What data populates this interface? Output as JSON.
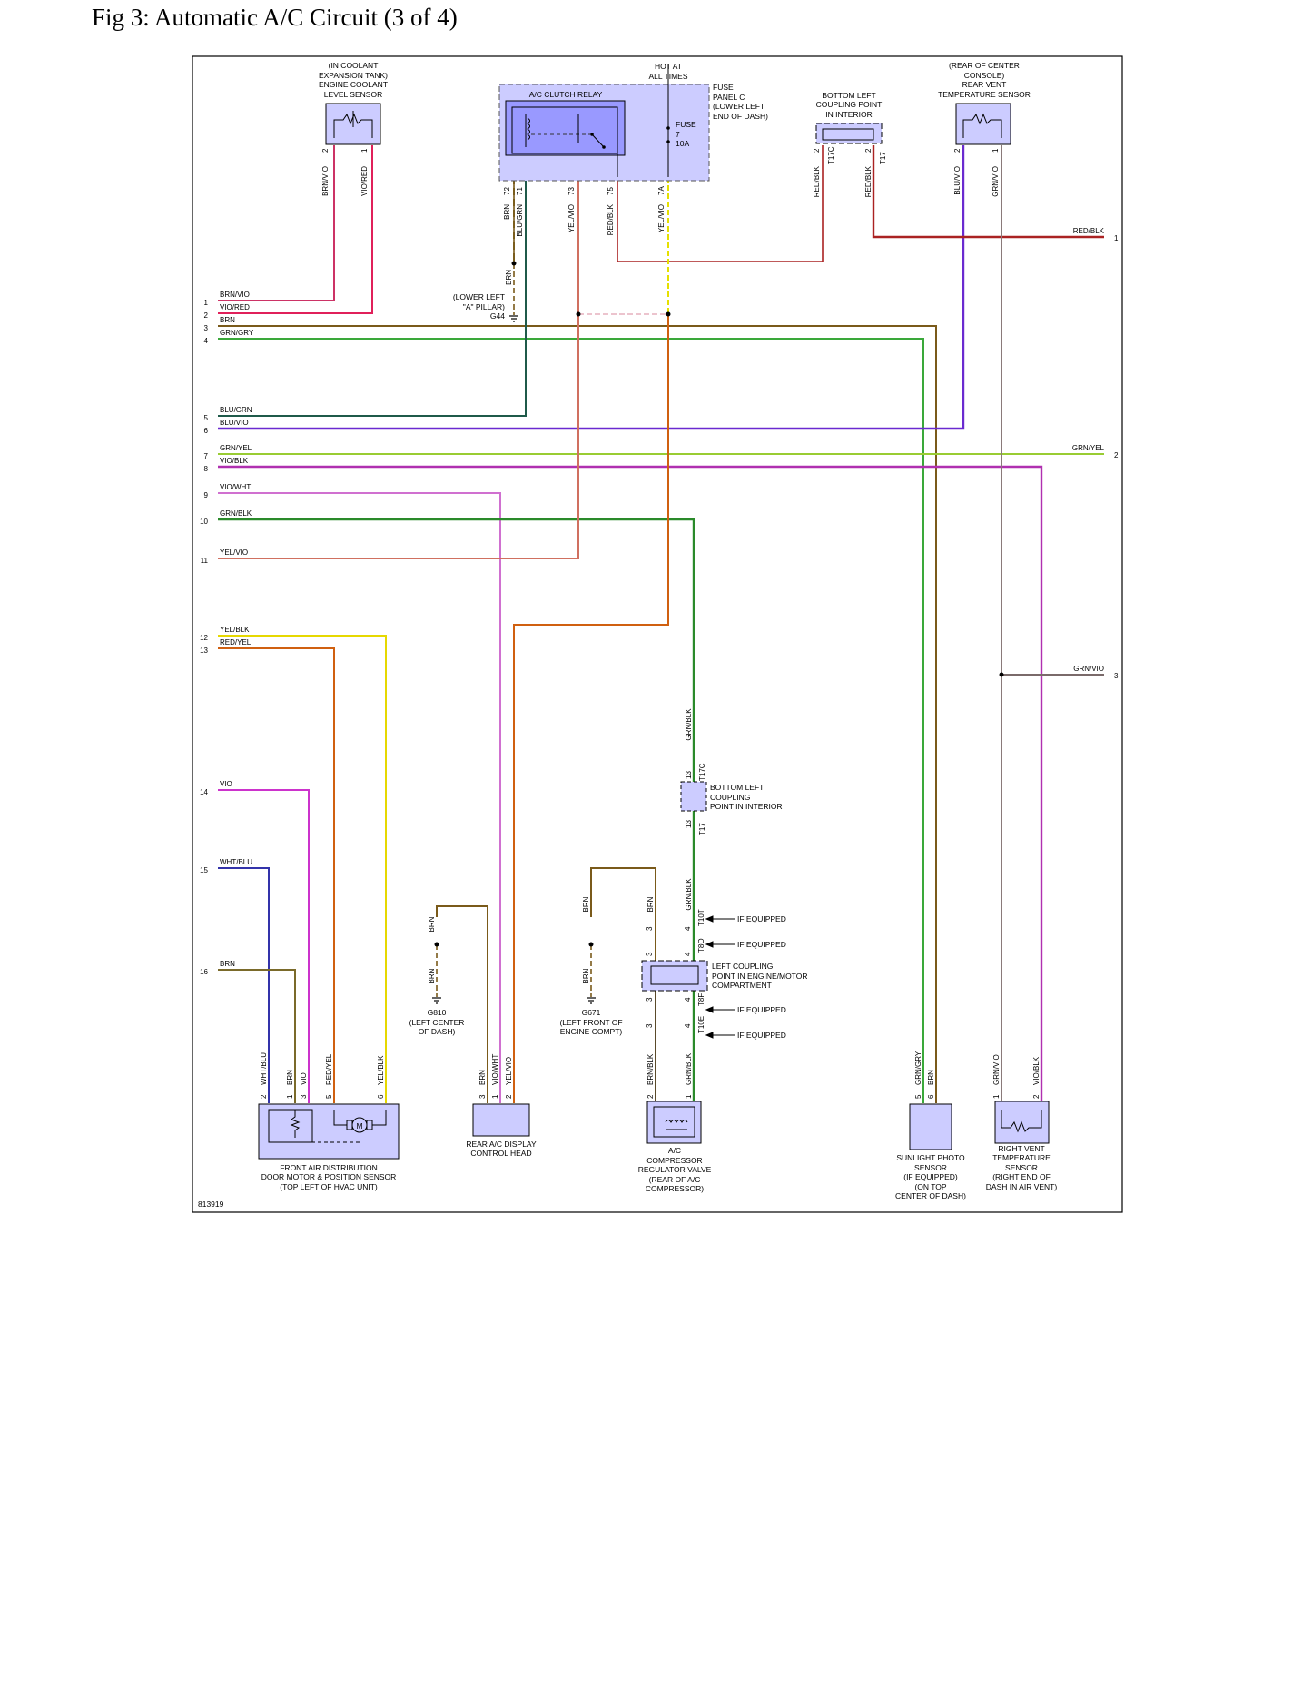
{
  "figure_title": "Fig 3: Automatic A/C Circuit (3 of 4)",
  "diagram_id": "813919",
  "colors": {
    "box_fill": "#ccccff",
    "relay_fill": "#9999ff",
    "frame": "#000000"
  },
  "components": {
    "coolant_sensor": {
      "lines": [
        "(IN COOLANT",
        "EXPANSION TANK)",
        "ENGINE COOLANT",
        "LEVEL SENSOR"
      ],
      "pins": [
        "2",
        "1"
      ],
      "wires": [
        "BRN/VIO",
        "VIO/RED"
      ]
    },
    "hot_at_all_times": [
      "HOT AT",
      "ALL TIMES"
    ],
    "ac_clutch_relay": {
      "label": "A/C CLUTCH RELAY",
      "pins": [
        "72",
        "71",
        "73",
        "75",
        "7A"
      ],
      "wires": [
        "BRN",
        "BLU/GRN",
        "YEL/VIO",
        "RED/BLK",
        "YEL/VIO"
      ]
    },
    "fuse": {
      "lines": [
        "FUSE",
        "7",
        "10A"
      ]
    },
    "fuse_panel": [
      "FUSE",
      "PANEL C",
      "(LOWER LEFT",
      "END OF DASH)"
    ],
    "coupling_top": {
      "lines": [
        "BOTTOM LEFT",
        "COUPLING POINT",
        "IN INTERIOR"
      ],
      "pins": [
        "2",
        "2"
      ],
      "codes": [
        "T17C",
        "T17"
      ],
      "wires": [
        "RED/BLK",
        "RED/BLK"
      ]
    },
    "rear_vent_sensor": {
      "lines": [
        "(REAR OF CENTER",
        "CONSOLE)",
        "REAR VENT",
        "TEMPERATURE SENSOR"
      ],
      "pins": [
        "2",
        "1"
      ],
      "wires": [
        "BLU/VIO",
        "GRN/VIO"
      ]
    },
    "g44": {
      "wire": "BRN",
      "lines": [
        "(LOWER LEFT",
        "\"A\" PILLAR)",
        "G44"
      ]
    },
    "coupling_mid": {
      "lines": [
        "BOTTOM LEFT",
        "COUPLING",
        "POINT IN INTERIOR"
      ],
      "pins": [
        "13",
        "13"
      ],
      "codes": [
        "T17C",
        "T17"
      ],
      "wire": "GRN/BLK"
    },
    "g810": {
      "wire": "BRN",
      "lines": [
        "G810",
        "(LEFT CENTER",
        "OF DASH)"
      ]
    },
    "g671": {
      "wire": "BRN",
      "lines": [
        "G671",
        "(LEFT FRONT OF",
        "ENGINE COMPT)"
      ]
    },
    "coupling_low": {
      "lines": [
        "LEFT COUPLING",
        "POINT IN ENGINE/MOTOR",
        "COMPARTMENT"
      ],
      "pins": [
        "3",
        "4",
        "3",
        "4",
        "3",
        "4"
      ],
      "codes": [
        "T10T",
        "T8O",
        "T8F",
        "T10E"
      ],
      "wires": [
        "BRN",
        "GRN/BLK"
      ]
    },
    "if_equipped": "IF EQUIPPED",
    "door_motor": {
      "lines": [
        "FRONT AIR DISTRIBUTION",
        "DOOR MOTOR & POSITION SENSOR",
        "(TOP LEFT OF HVAC UNIT)"
      ],
      "pins": [
        "2",
        "1",
        "3",
        "5",
        "6"
      ],
      "wires": [
        "WHT/BLU",
        "BRN",
        "VIO",
        "RED/YEL",
        "YEL/BLK"
      ],
      "motor_symbol": "M"
    },
    "display_head": {
      "lines": [
        "REAR A/C DISPLAY",
        "CONTROL HEAD"
      ],
      "pins": [
        "3",
        "1",
        "2"
      ],
      "wires": [
        "BRN",
        "VIO/WHT",
        "YEL/VIO"
      ]
    },
    "compressor_valve": {
      "lines": [
        "A/C",
        "COMPRESSOR",
        "REGULATOR VALVE",
        "(REAR OF A/C",
        "COMPRESSOR)"
      ],
      "pins": [
        "2",
        "1"
      ],
      "wires": [
        "BRN/BLK",
        "GRN/BLK"
      ]
    },
    "sunlight_sensor": {
      "lines": [
        "SUNLIGHT PHOTO",
        "SENSOR",
        "(IF EQUIPPED)",
        "(ON TOP",
        "CENTER OF DASH)"
      ],
      "pins": [
        "5",
        "6"
      ],
      "wires": [
        "GRN/GRY",
        "BRN"
      ]
    },
    "right_vent_sensor": {
      "lines": [
        "RIGHT VENT",
        "TEMPERATURE",
        "SENSOR",
        "(RIGHT END OF",
        "DASH IN AIR VENT)"
      ],
      "pins": [
        "1",
        "2"
      ],
      "wires": [
        "GRN/VIO",
        "VIO/BLK"
      ]
    }
  },
  "left_wires": [
    {
      "num": "1",
      "label": "BRN/VIO",
      "color": "#cc3366"
    },
    {
      "num": "2",
      "label": "VIO/RED",
      "color": "#e0205a"
    },
    {
      "num": "3",
      "label": "BRN",
      "color": "#7a5a1a"
    },
    {
      "num": "4",
      "label": "GRN/GRY",
      "color": "#3aa83a"
    },
    {
      "num": "5",
      "label": "BLU/GRN",
      "color": "#1f5a4a"
    },
    {
      "num": "6",
      "label": "BLU/VIO",
      "color": "#6a2ad0"
    },
    {
      "num": "7",
      "label": "GRN/YEL",
      "color": "#99cc33"
    },
    {
      "num": "8",
      "label": "VIO/BLK",
      "color": "#b030b0"
    },
    {
      "num": "9",
      "label": "VIO/WHT",
      "color": "#d070d0"
    },
    {
      "num": "10",
      "label": "GRN/BLK",
      "color": "#2a8a2a"
    },
    {
      "num": "11",
      "label": "YEL/VIO",
      "color": "#d07060"
    },
    {
      "num": "12",
      "label": "YEL/BLK",
      "color": "#e6d800"
    },
    {
      "num": "13",
      "label": "RED/YEL",
      "color": "#d06010"
    },
    {
      "num": "14",
      "label": "VIO",
      "color": "#cc33cc"
    },
    {
      "num": "15",
      "label": "WHT/BLU",
      "color": "#3333aa"
    },
    {
      "num": "16",
      "label": "BRN",
      "color": "#7a6a2a"
    }
  ],
  "right_wires": [
    {
      "num": "1",
      "label": "RED/BLK",
      "color": "#aa2222"
    },
    {
      "num": "2",
      "label": "GRN/YEL",
      "color": "#99cc33"
    },
    {
      "num": "3",
      "label": "GRN/VIO",
      "color": "#7a6a6a"
    }
  ]
}
